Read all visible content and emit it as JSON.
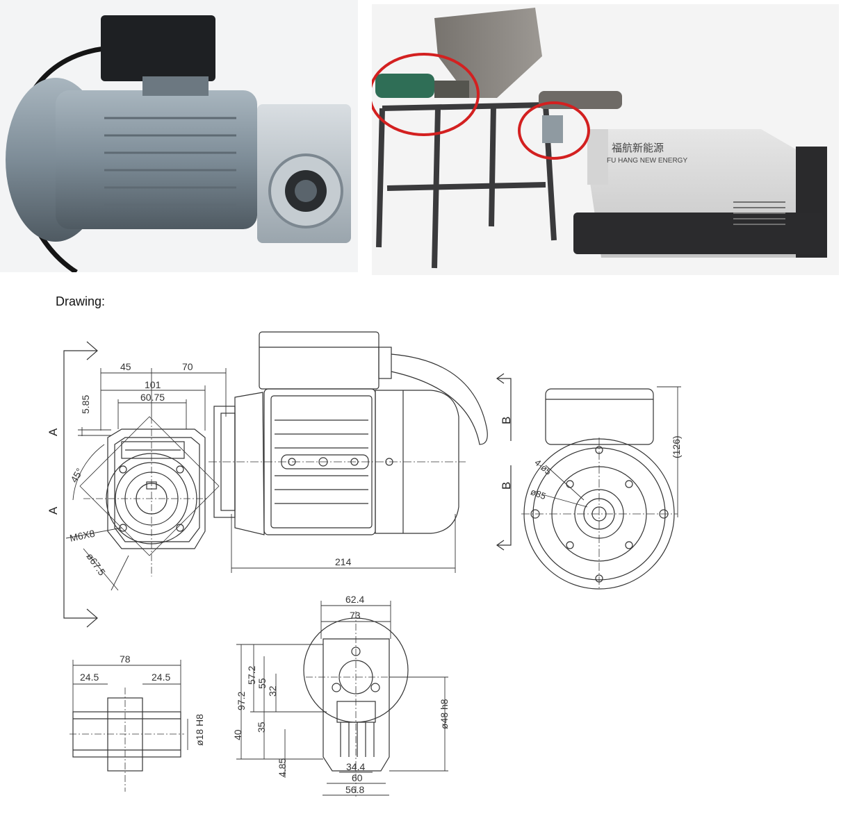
{
  "caption": "Drawing:",
  "brand": {
    "cn": "福航新能源",
    "en": "FU HANG NEW ENERGY"
  },
  "section_labels": {
    "a_top": "A",
    "a_bottom": "A",
    "b_top": "B",
    "b_bottom": "B"
  },
  "dimensions": {
    "d45": "45",
    "d70": "70",
    "d101": "101",
    "d6075": "60.75",
    "d585": "5.85",
    "angle45": "45°",
    "m6x8": "M6X8",
    "d675": "ø67.5",
    "d214": "214",
    "d126": "(126)",
    "holes4": "4-ø5",
    "d85": "ø85",
    "d78": "78",
    "d245a": "24.5",
    "d245b": "24.5",
    "d18h8": "ø18 H8",
    "d624": "62.4",
    "d73": "73",
    "d972": "97.2",
    "d572": "57.2",
    "d55": "55",
    "d32": "32",
    "d40": "40",
    "d35": "35",
    "d485": "4.85",
    "d48h8": "ø48 h8",
    "d344": "34.4",
    "d60": "60",
    "d568": "56.8"
  },
  "colors": {
    "motor_body": "#7d8c97",
    "motor_dark": "#1e2023",
    "machine_green": "#2f6e56",
    "frame_dark": "#3a3a3c",
    "highlight_circle": "#d32020",
    "line": "#333333"
  }
}
